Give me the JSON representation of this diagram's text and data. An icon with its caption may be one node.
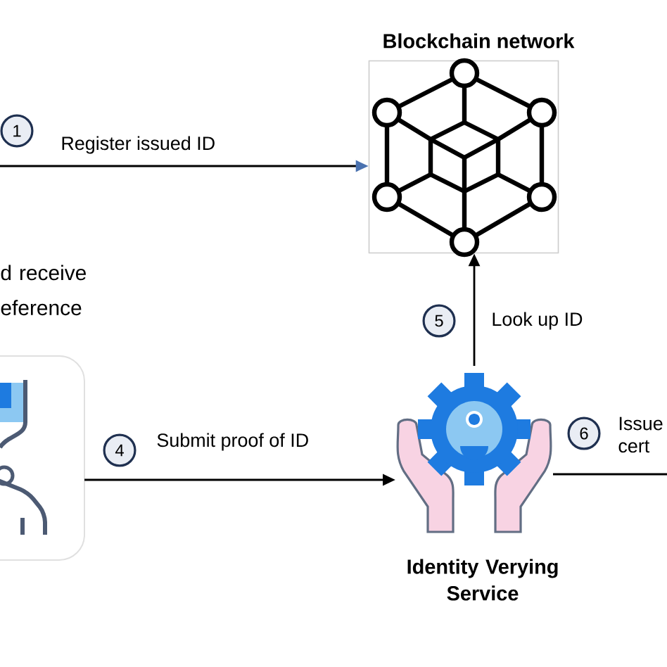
{
  "diagram": {
    "nodes": [
      {
        "text": [
          "Blockchain network"
        ]
      },
      {
        "text": [],
        "shape": "person"
      },
      {
        "text": [
          "Identity Verying Service"
        ]
      }
    ],
    "edges": [
      {
        "from": null,
        "to": 0,
        "arrow": "to",
        "label": "Register issued ID"
      },
      {
        "from": 1,
        "to": 2,
        "arrow": "to",
        "label": "Submit proof of ID"
      },
      {
        "from": 2,
        "to": 0,
        "arrow": "to",
        "label": "Look up ID"
      },
      {
        "from": 2,
        "to": null,
        "arrow": "none",
        "label": "Issue cert"
      }
    ],
    "labels": [
      "1",
      "d receive eference",
      "5",
      "6",
      "4"
    ]
  }
}
